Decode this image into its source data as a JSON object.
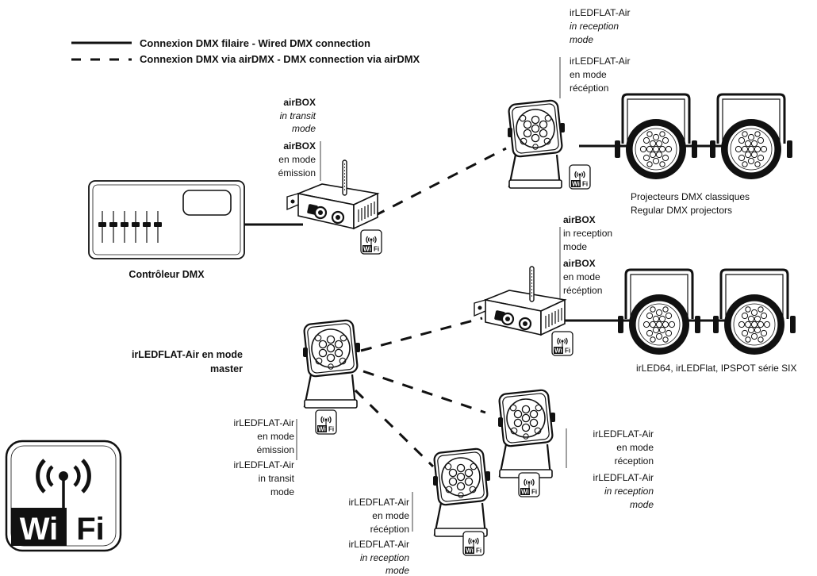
{
  "legend": {
    "wired": "Connexion DMX filaire  - Wired DMX connection",
    "airdmx": "Connexion DMX via airDMX  - DMX connection via airDMX"
  },
  "controller": {
    "label": "Contrôleur DMX"
  },
  "airbox_tx": {
    "name_en": "airBOX",
    "mode_en_1": "in transit",
    "mode_en_2": "mode",
    "name_fr": "airBOX",
    "mode_fr_1": "en mode",
    "mode_fr_2": "émission"
  },
  "airbox_rx": {
    "name_en": "airBOX",
    "mode_en_1": "in reception",
    "mode_en_2": "mode",
    "name_fr": "airBOX",
    "mode_fr_1": "en mode",
    "mode_fr_2": "récéption"
  },
  "top_receiver": {
    "name_en": "irLEDFLAT-Air",
    "mode_en_1": "in reception",
    "mode_en_2": "mode",
    "name_fr": "irLEDFLAT-Air",
    "mode_fr_1": "en mode",
    "mode_fr_2": "récéption"
  },
  "master": {
    "title_1": "irLEDFLAT-Air en mode",
    "title_2": "master",
    "name_fr": "irLEDFLAT-Air",
    "mode_fr_1": "en mode",
    "mode_fr_2": "émission",
    "name_en": "irLEDFLAT-Air",
    "mode_en_1": "in transit",
    "mode_en_2": "mode"
  },
  "right_receiver": {
    "name_fr": "irLEDFLAT-Air",
    "mode_fr_1": "en mode",
    "mode_fr_2": "réception",
    "name_en": "irLEDFLAT-Air",
    "mode_en_1": "in reception",
    "mode_en_2": "mode"
  },
  "bottom_receiver": {
    "name_fr": "irLEDFLAT-Air",
    "mode_fr_1": "en mode",
    "mode_fr_2": "récéption",
    "name_en": "irLEDFLAT-Air",
    "mode_en_1": "in reception",
    "mode_en_2": "mode"
  },
  "classic_projectors": {
    "line_1": "Projecteurs DMX classiques",
    "line_2": "Regular DMX projectors"
  },
  "series_projectors": {
    "label": "irLED64, irLEDFlat, IPSPOT série SIX"
  },
  "wifi_badge": {
    "wi": "Wi",
    "fi": "Fi"
  },
  "icons": [
    "wifi-badge-icon",
    "dmx-controller-icon",
    "airbox-icon",
    "led-flat-projector-icon",
    "par-projector-icon"
  ]
}
